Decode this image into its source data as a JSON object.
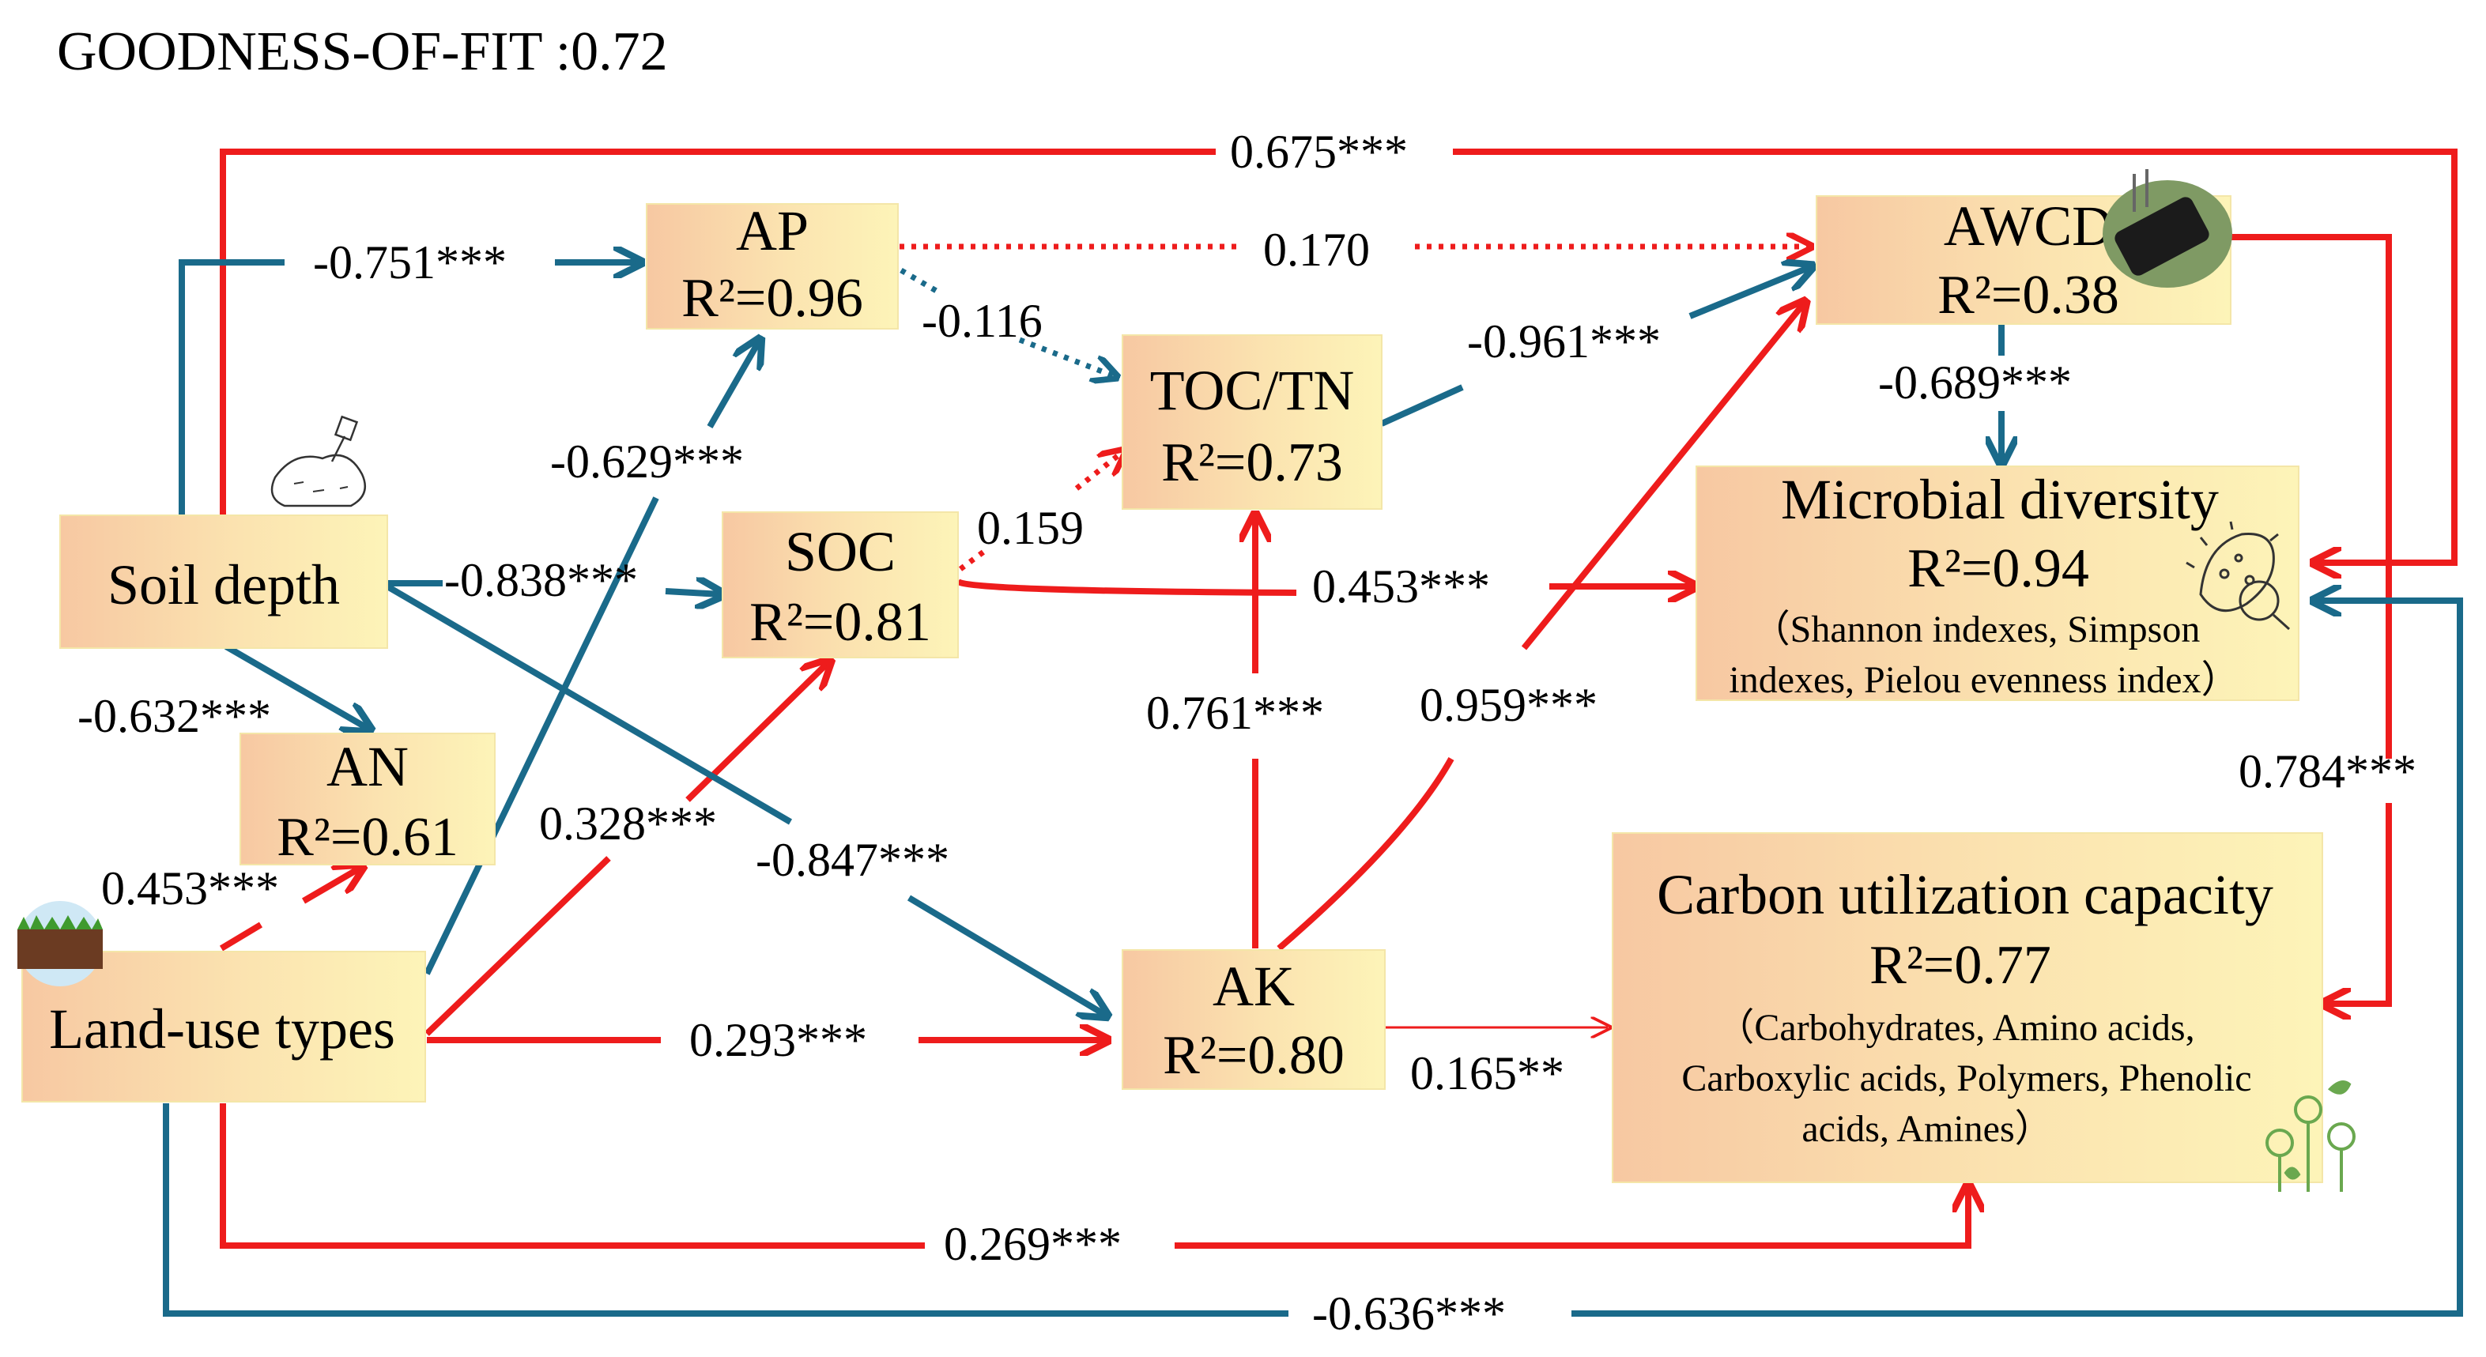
{
  "title": "GOODNESS-OF-FIT :0.72",
  "colors": {
    "positive": "#ee1c1c",
    "negative": "#1a6a8a"
  },
  "nodes": {
    "ap": {
      "name": "AP",
      "r2": "R²=0.96"
    },
    "toctn": {
      "name": "TOC/TN",
      "r2": "R²=0.73"
    },
    "awcd": {
      "name": "AWCD",
      "r2": "R²=0.38"
    },
    "soil_depth": {
      "name": "Soil depth"
    },
    "soc": {
      "name": "SOC",
      "r2": "R²=0.81"
    },
    "microbial": {
      "name": "Microbial diversity",
      "r2": "R²=0.94",
      "detail1": "（Shannon indexes, Simpson",
      "detail2": "indexes, Pielou evenness index）"
    },
    "an": {
      "name": "AN",
      "r2": "R²=0.61"
    },
    "land_use": {
      "name": "Land-use types"
    },
    "ak": {
      "name": "AK",
      "r2": "R²=0.80"
    },
    "carbon": {
      "name": "Carbon utilization capacity",
      "r2": "R²=0.77",
      "detail1": "（Carbohydrates, Amino acids,",
      "detail2": "Carboxylic acids, Polymers, Phenolic",
      "detail3": "acids, Amines）"
    }
  },
  "paths": {
    "soil_awcd": "0.675***",
    "soil_ap": "-0.751***",
    "ap_awcd": "0.170",
    "ap_toctn": "-0.116",
    "toctn_awcd": "-0.961***",
    "awcd_microbial": "-0.689***",
    "land_ap": "-0.629***",
    "soc_toctn": "0.159",
    "soil_soc": "-0.838***",
    "soc_microbial": "0.453***",
    "soil_an": "-0.632***",
    "ak_toctn": "0.761***",
    "ak_awcd": "0.959***",
    "awcd_carbon": "0.784***",
    "land_soc": "0.328***",
    "soil_ak": "-0.847***",
    "land_an": "0.453***",
    "land_ak": "0.293***",
    "ak_carbon": "0.165**",
    "land_carbon": "0.269***",
    "land_microbial": "-0.636***"
  }
}
